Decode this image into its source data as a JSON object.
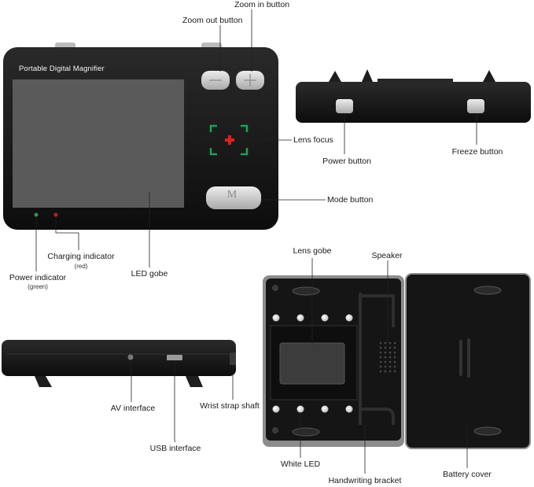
{
  "device": {
    "title": "Portable Digital Magnifier",
    "mode_glyph": "M"
  },
  "labels": {
    "zoom_in": "Zoom in button",
    "zoom_out": "Zoom out button",
    "lens_focus": "Lens focus",
    "mode_button": "Mode button",
    "power_button": "Power button",
    "freeze_button": "Freeze button",
    "charging_indicator": "Charging indicator",
    "charging_color": "(red)",
    "power_indicator": "Power indicator",
    "power_color": "(green)",
    "led_gobe": "LED gobe",
    "lens_gobe": "Lens gobe",
    "speaker": "Speaker",
    "av_interface": "AV interface",
    "usb_interface": "USB interface",
    "wrist_strap": "Wrist strap shaft",
    "white_led": "White LED",
    "handwriting_bracket": "Handwriting bracket",
    "battery_cover": "Battery cover"
  },
  "colors": {
    "body": "#141414",
    "screen": "#555555",
    "button": "#cfcfcf",
    "focus_green": "#1fa05a",
    "focus_red": "#e02020",
    "power_led": "#2a9a3a",
    "charging_led": "#b82020",
    "white_led": "#f4f4f4",
    "tray_grey": "#8c8c8c"
  }
}
